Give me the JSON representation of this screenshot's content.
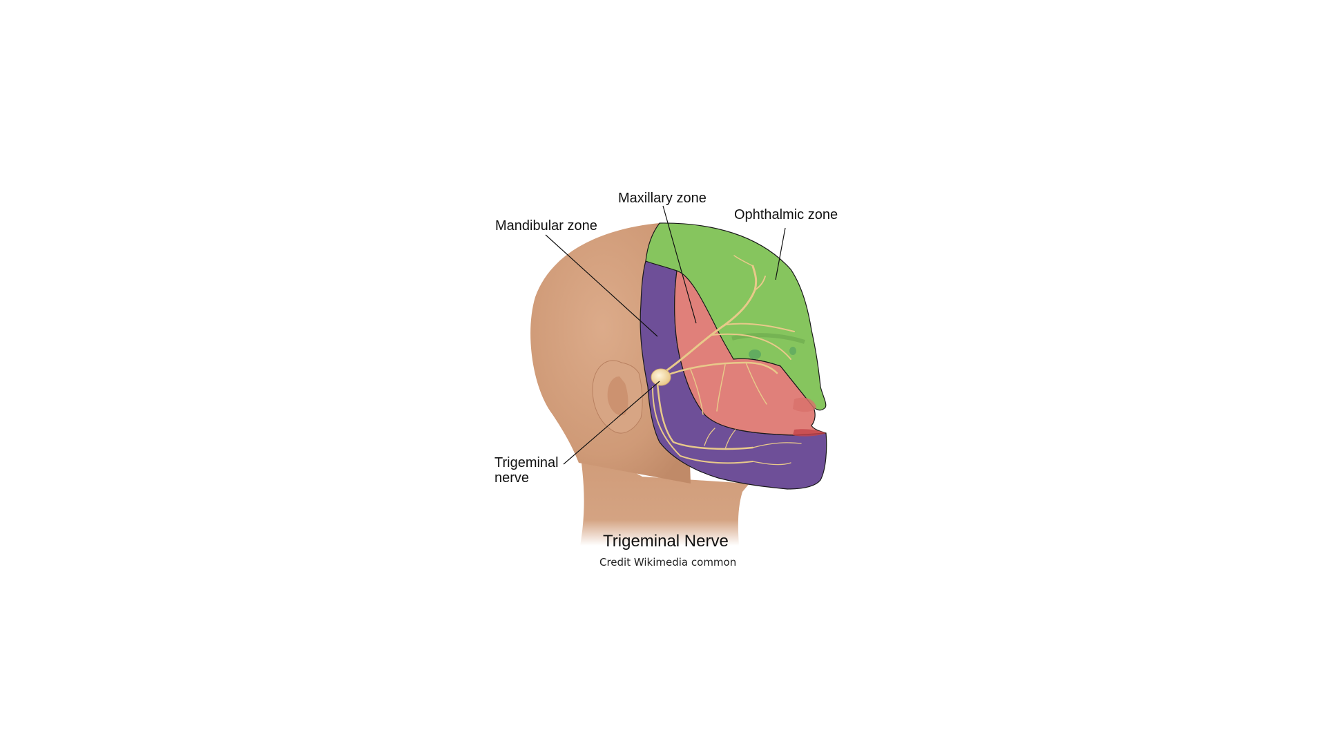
{
  "diagram": {
    "title": "Trigeminal Nerve",
    "credit": "Credit Wikimedia common",
    "labels": {
      "mandibular": "Mandibular zone",
      "maxillary": "Maxillary zone",
      "ophthalmic": "Ophthalmic zone",
      "trigeminal_line1": "Trigeminal",
      "trigeminal_line2": "nerve"
    },
    "colors": {
      "background": "#ffffff",
      "skin": "#d4a07e",
      "ophthalmic_zone": "#86c55e",
      "maxillary_zone": "#e0807a",
      "mandibular_zone": "#6e4f98",
      "nerve": "#e8c98a",
      "leader_line": "#111111"
    }
  }
}
